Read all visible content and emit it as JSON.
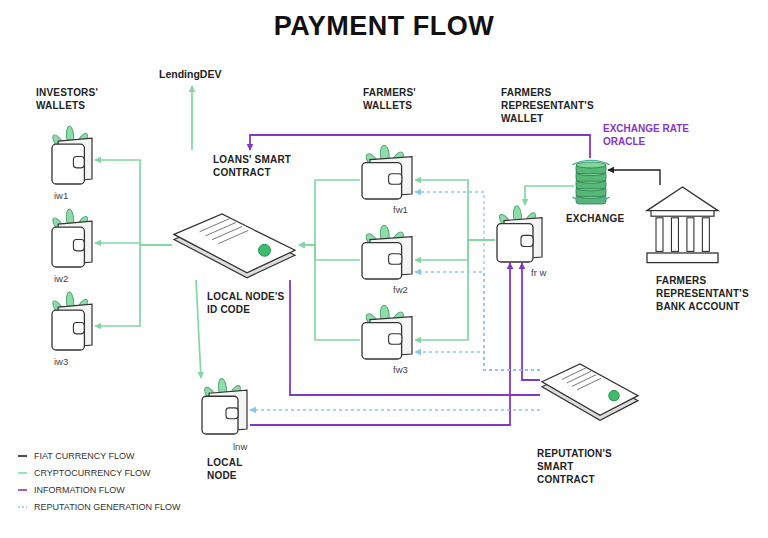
{
  "diagram": {
    "title": "PAYMENT FLOW",
    "nodes": [
      {
        "text": [
          "LendingDEV"
        ]
      },
      {
        "text": [
          "iw1"
        ]
      },
      {
        "text": [
          "iw2"
        ]
      },
      {
        "text": [
          "iw3"
        ]
      },
      {
        "text": [
          "LOANS' SMART CONTRACT",
          "LOCAL NODE'S ID CODE"
        ]
      },
      {
        "text": [
          "fw1"
        ]
      },
      {
        "text": [
          "fw2"
        ]
      },
      {
        "text": [
          "fw3"
        ]
      },
      {
        "text": [
          "FARMERS REPRESENTANT'S WALLET",
          "fr w"
        ]
      },
      {
        "text": [
          "EXCHANGE RATE ORACLE",
          "EXCHANGE"
        ]
      },
      {
        "text": [
          "FARMERS REPRESENTANT'S BANK ACCOUNT"
        ]
      },
      {
        "text": [
          "lnw",
          "LOCAL NODE"
        ]
      },
      {
        "text": [
          "REPUTATION'S SMART CONTRACT"
        ]
      }
    ],
    "edges": [
      {
        "from": 10,
        "to": 9,
        "arrow": "to"
      },
      {
        "from": 9,
        "to": 8,
        "arrow": "to"
      },
      {
        "from": 8,
        "to": 5,
        "arrow": "to"
      },
      {
        "from": 8,
        "to": 6,
        "arrow": "to"
      },
      {
        "from": 8,
        "to": 7,
        "arrow": "to"
      },
      {
        "from": 5,
        "to": 4,
        "arrow": "to"
      },
      {
        "from": 6,
        "to": 4,
        "arrow": "to"
      },
      {
        "from": 7,
        "to": 4,
        "arrow": "to"
      },
      {
        "from": 4,
        "to": 1,
        "arrow": "to"
      },
      {
        "from": 4,
        "to": 2,
        "arrow": "to"
      },
      {
        "from": 4,
        "to": 3,
        "arrow": "to"
      },
      {
        "from": 4,
        "to": 0,
        "arrow": "to"
      },
      {
        "from": 4,
        "to": 11,
        "arrow": "to"
      },
      {
        "from": 9,
        "to": 4,
        "arrow": "to"
      },
      {
        "from": 4,
        "to": 12,
        "arrow": "none"
      },
      {
        "from": 12,
        "to": 8,
        "arrow": "to"
      },
      {
        "from": 11,
        "to": 8,
        "arrow": "to"
      },
      {
        "from": 12,
        "to": 5,
        "arrow": "to"
      },
      {
        "from": 12,
        "to": 6,
        "arrow": "to"
      },
      {
        "from": 12,
        "to": 7,
        "arrow": "to"
      },
      {
        "from": 12,
        "to": 11,
        "arrow": "to"
      }
    ],
    "labels": [
      "INVESTORS' WALLETS",
      "FARMERS' WALLETS"
    ],
    "legend": [
      {
        "text": "FIAT CURRENCY FLOW"
      },
      {
        "text": "CRYPTOCURRENCY FLOW"
      },
      {
        "text": "INFORMATION FLOW"
      },
      {
        "text": "REPUTATION GENERATION FLOW"
      }
    ]
  }
}
